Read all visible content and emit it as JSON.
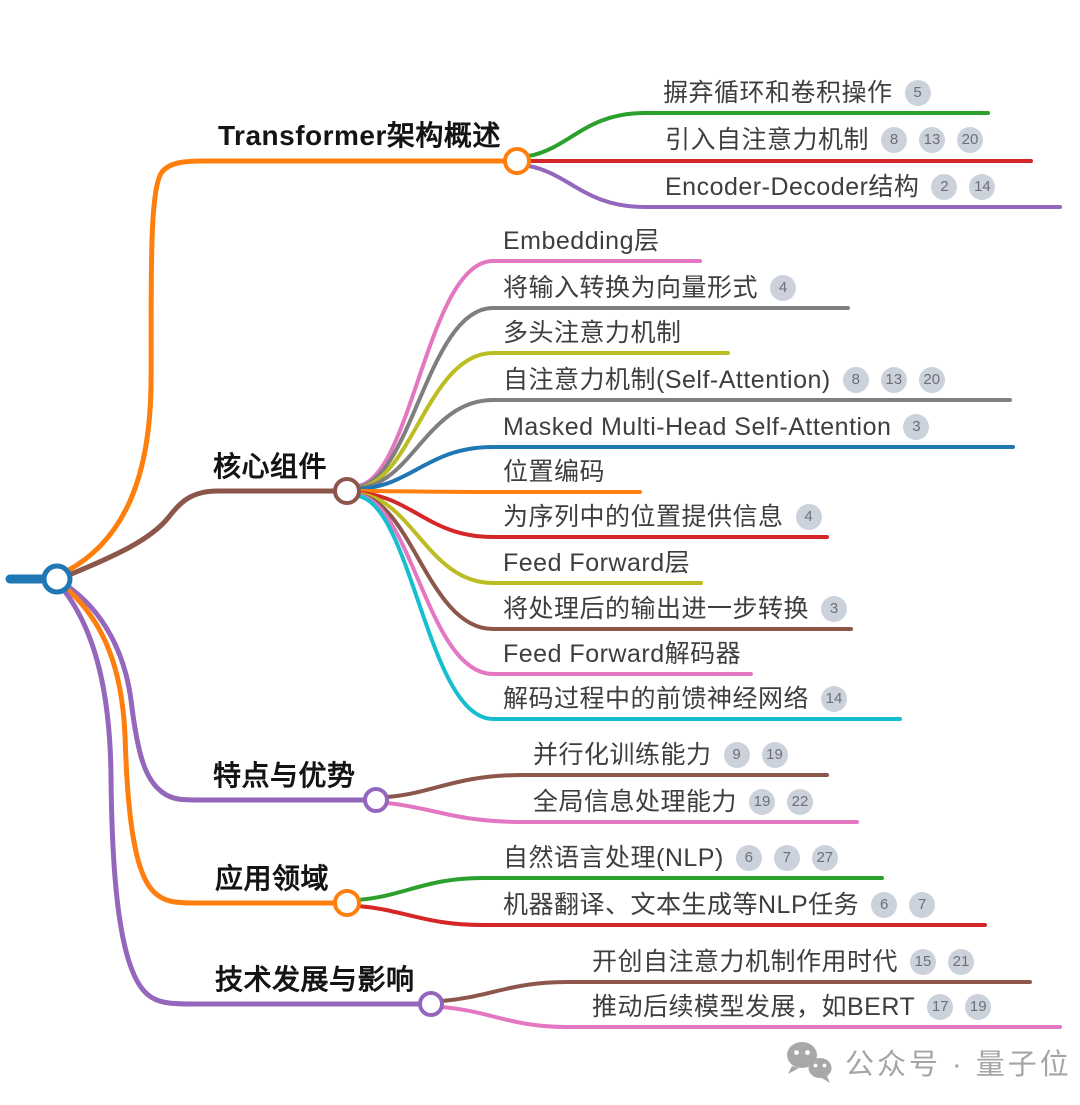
{
  "root": {
    "color": "#1f77b4"
  },
  "branches": [
    {
      "label": "Transformer架构概述",
      "color": "#ff7f0e",
      "children": [
        {
          "text": "摒弃循环和卷积操作",
          "badges": [
            "5"
          ],
          "color": "#2ca02c"
        },
        {
          "text": "引入自注意力机制",
          "badges": [
            "8",
            "13",
            "20"
          ],
          "color": "#d62728"
        },
        {
          "text": "Encoder-Decoder结构",
          "badges": [
            "2",
            "14"
          ],
          "color": "#9467bd"
        }
      ]
    },
    {
      "label": "核心组件",
      "color": "#8c564b",
      "children": [
        {
          "text": "Embedding层",
          "badges": [],
          "color": "#e377c2"
        },
        {
          "text": "将输入转换为向量形式",
          "badges": [
            "4"
          ],
          "color": "#7f7f7f"
        },
        {
          "text": "多头注意力机制",
          "badges": [],
          "color": "#bcbd22"
        },
        {
          "text": "自注意力机制(Self-Attention)",
          "badges": [
            "8",
            "13",
            "20"
          ],
          "color": "#7f7f7f"
        },
        {
          "text": "Masked Multi-Head Self-Attention",
          "badges": [
            "3"
          ],
          "color": "#1f77b4"
        },
        {
          "text": "位置编码",
          "badges": [],
          "color": "#ff7f0e"
        },
        {
          "text": "为序列中的位置提供信息",
          "badges": [
            "4"
          ],
          "color": "#d62728"
        },
        {
          "text": "Feed Forward层",
          "badges": [],
          "color": "#bcbd22"
        },
        {
          "text": "将处理后的输出进一步转换",
          "badges": [
            "3"
          ],
          "color": "#8c564b"
        },
        {
          "text": "Feed Forward解码器",
          "badges": [],
          "color": "#e377c2"
        },
        {
          "text": "解码过程中的前馈神经网络",
          "badges": [
            "14"
          ],
          "color": "#17becf"
        }
      ]
    },
    {
      "label": "特点与优势",
      "color": "#9467bd",
      "children": [
        {
          "text": "并行化训练能力",
          "badges": [
            "9",
            "19"
          ],
          "color": "#8c564b"
        },
        {
          "text": "全局信息处理能力",
          "badges": [
            "19",
            "22"
          ],
          "color": "#e377c2"
        }
      ]
    },
    {
      "label": "应用领域",
      "color": "#ff7f0e",
      "children": [
        {
          "text": "自然语言处理(NLP)",
          "badges": [
            "6",
            "7",
            "27"
          ],
          "color": "#2ca02c"
        },
        {
          "text": "机器翻译、文本生成等NLP任务",
          "badges": [
            "6",
            "7"
          ],
          "color": "#d62728"
        }
      ]
    },
    {
      "label": "技术发展与影响",
      "color": "#9467bd",
      "children": [
        {
          "text": "开创自注意力机制作用时代",
          "badges": [
            "15",
            "21"
          ],
          "color": "#8c564b"
        },
        {
          "text": "推动后续模型发展，如BERT",
          "badges": [
            "17",
            "19"
          ],
          "color": "#e377c2"
        }
      ]
    }
  ],
  "badge_style": {
    "bg": "#ccd2dc",
    "text_color": "#6e6e78"
  },
  "watermark": {
    "icon": "wechat-icon",
    "text": "公众号 · 量子位",
    "color": "#a5a5a5"
  }
}
